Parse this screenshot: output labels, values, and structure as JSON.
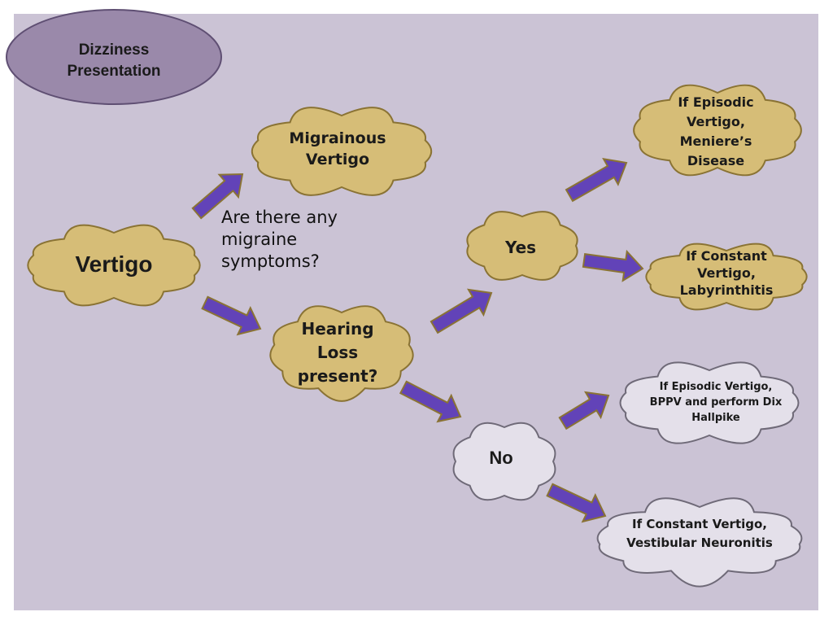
{
  "title": "Dizziness Presentation",
  "colors": {
    "slide_bg": "#cbc3d5",
    "title_fill": "#9a89aa",
    "gold_cloud": "#d6bd77",
    "lavender_cloud": "#e4e0ea",
    "arrow": "#6243b8"
  },
  "nodes": {
    "vertigo": "Vertigo",
    "migrainous": "Migrainous Vertigo",
    "question": "Are there any migraine symptoms?",
    "hearing": "Hearing Loss present?",
    "yes": "Yes",
    "no": "No",
    "episodic_meniere": "If Episodic Vertigo, Meniere’s Disease",
    "constant_labyrinthitis": "If Constant Vertigo, Labyrinthitis",
    "episodic_bppv": "If Episodic Vertigo, BPPV and perform Dix Hallpike",
    "constant_neuronitis": "If Constant Vertigo, Vestibular Neuronitis"
  }
}
